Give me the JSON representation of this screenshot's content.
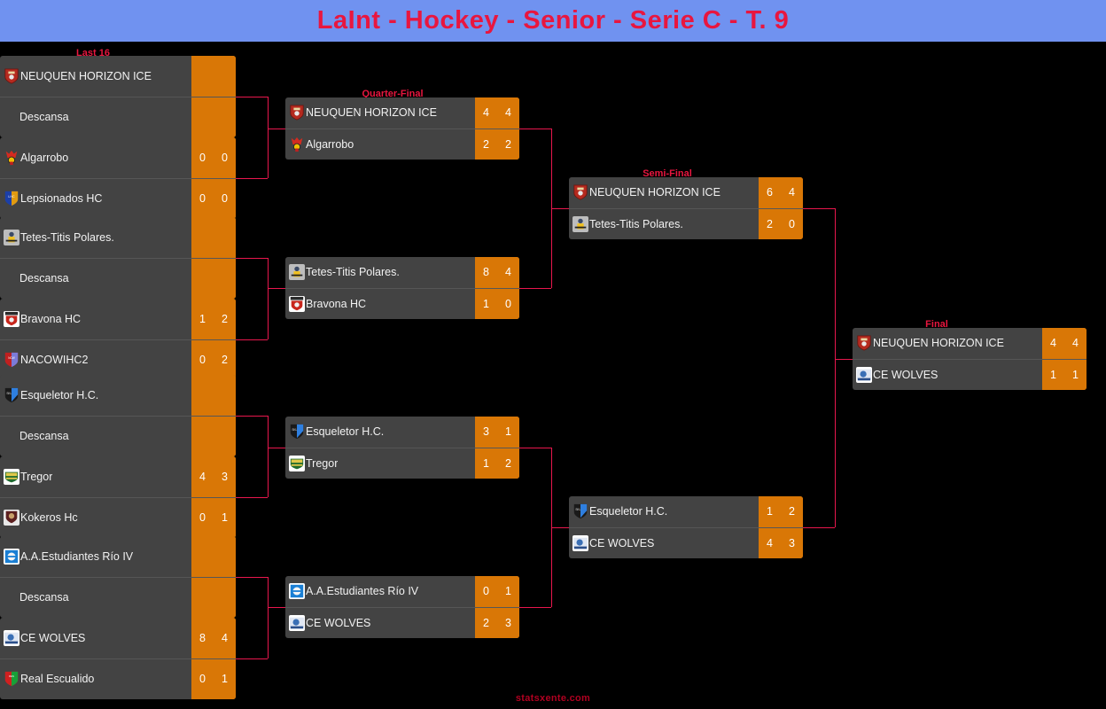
{
  "banner": {
    "title": "LaInt - Hockey - Senior - Serie C - T. 9"
  },
  "footer": {
    "watermark": "statsxente.com"
  },
  "rounds": [
    {
      "id": "r16",
      "label": "Last 16"
    },
    {
      "id": "qf",
      "label": "Quarter-Final"
    },
    {
      "id": "sf",
      "label": "Semi-Final"
    },
    {
      "id": "final",
      "label": "Final"
    }
  ],
  "colors": {
    "banner_bg": "#7092f0",
    "title_red": "#e8163f",
    "card_bg": "#434343",
    "score_orange": "#d97706",
    "connector": "#e8174d",
    "page_bg": "#000000"
  },
  "matches": {
    "r16": [
      {
        "teams": [
          {
            "name": "NEUQUEN HORIZON ICE",
            "crest": "neuquen-horizon-ice-crest",
            "bye": false,
            "scores": [
              "",
              ""
            ]
          },
          {
            "name": "Descansa",
            "crest": "none",
            "bye": true,
            "scores": [
              "",
              ""
            ]
          }
        ]
      },
      {
        "teams": [
          {
            "name": "Algarrobo",
            "crest": "algarrobo-crest",
            "bye": false,
            "scores": [
              "0",
              "0"
            ]
          },
          {
            "name": "Lepsionados HC",
            "crest": "lepsionados-hc-crest",
            "bye": false,
            "scores": [
              "0",
              "0"
            ]
          }
        ]
      },
      {
        "teams": [
          {
            "name": "Tetes-Titis Polares.",
            "crest": "tetes-titis-polares-crest",
            "bye": false,
            "scores": [
              "",
              ""
            ]
          },
          {
            "name": "Descansa",
            "crest": "none",
            "bye": true,
            "scores": [
              "",
              ""
            ]
          }
        ]
      },
      {
        "teams": [
          {
            "name": "Bravona HC",
            "crest": "bravona-hc-crest",
            "bye": false,
            "scores": [
              "1",
              "2"
            ]
          },
          {
            "name": "NACOWIHC2",
            "crest": "nacowihc2-crest",
            "bye": false,
            "scores": [
              "0",
              "2"
            ]
          }
        ]
      },
      {
        "teams": [
          {
            "name": "Esqueletor H.C.",
            "crest": "esqueletor-hc-crest",
            "bye": false,
            "scores": [
              "",
              ""
            ]
          },
          {
            "name": "Descansa",
            "crest": "none",
            "bye": true,
            "scores": [
              "",
              ""
            ]
          }
        ]
      },
      {
        "teams": [
          {
            "name": "Tregor",
            "crest": "tregor-crest",
            "bye": false,
            "scores": [
              "4",
              "3"
            ]
          },
          {
            "name": "Kokeros Hc",
            "crest": "kokeros-hc-crest",
            "bye": false,
            "scores": [
              "0",
              "1"
            ]
          }
        ]
      },
      {
        "teams": [
          {
            "name": "A.A.Estudiantes Río IV",
            "crest": "aa-estudiantes-rio-iv-crest",
            "bye": false,
            "scores": [
              "",
              ""
            ]
          },
          {
            "name": "Descansa",
            "crest": "none",
            "bye": true,
            "scores": [
              "",
              ""
            ]
          }
        ]
      },
      {
        "teams": [
          {
            "name": "CE WOLVES",
            "crest": "ce-wolves-crest",
            "bye": false,
            "scores": [
              "8",
              "4"
            ]
          },
          {
            "name": "Real Escualido",
            "crest": "real-escualido-crest",
            "bye": false,
            "scores": [
              "0",
              "1"
            ]
          }
        ]
      }
    ],
    "qf": [
      {
        "teams": [
          {
            "name": "NEUQUEN HORIZON ICE",
            "crest": "neuquen-horizon-ice-crest",
            "bye": false,
            "scores": [
              "4",
              "4"
            ]
          },
          {
            "name": "Algarrobo",
            "crest": "algarrobo-crest",
            "bye": false,
            "scores": [
              "2",
              "2"
            ]
          }
        ]
      },
      {
        "teams": [
          {
            "name": "Tetes-Titis Polares.",
            "crest": "tetes-titis-polares-crest",
            "bye": false,
            "scores": [
              "8",
              "4"
            ]
          },
          {
            "name": "Bravona HC",
            "crest": "bravona-hc-crest",
            "bye": false,
            "scores": [
              "1",
              "0"
            ]
          }
        ]
      },
      {
        "teams": [
          {
            "name": "Esqueletor H.C.",
            "crest": "esqueletor-hc-crest",
            "bye": false,
            "scores": [
              "3",
              "1"
            ]
          },
          {
            "name": "Tregor",
            "crest": "tregor-crest",
            "bye": false,
            "scores": [
              "1",
              "2"
            ]
          }
        ]
      },
      {
        "teams": [
          {
            "name": "A.A.Estudiantes Río IV",
            "crest": "aa-estudiantes-rio-iv-crest",
            "bye": false,
            "scores": [
              "0",
              "1"
            ]
          },
          {
            "name": "CE WOLVES",
            "crest": "ce-wolves-crest",
            "bye": false,
            "scores": [
              "2",
              "3"
            ]
          }
        ]
      }
    ],
    "sf": [
      {
        "teams": [
          {
            "name": "NEUQUEN HORIZON ICE",
            "crest": "neuquen-horizon-ice-crest",
            "bye": false,
            "scores": [
              "6",
              "4"
            ]
          },
          {
            "name": "Tetes-Titis Polares.",
            "crest": "tetes-titis-polares-crest",
            "bye": false,
            "scores": [
              "2",
              "0"
            ]
          }
        ]
      },
      {
        "teams": [
          {
            "name": "Esqueletor H.C.",
            "crest": "esqueletor-hc-crest",
            "bye": false,
            "scores": [
              "1",
              "2"
            ]
          },
          {
            "name": "CE WOLVES",
            "crest": "ce-wolves-crest",
            "bye": false,
            "scores": [
              "4",
              "3"
            ]
          }
        ]
      }
    ],
    "final": [
      {
        "teams": [
          {
            "name": "NEUQUEN HORIZON ICE",
            "crest": "neuquen-horizon-ice-crest",
            "bye": false,
            "scores": [
              "4",
              "4"
            ]
          },
          {
            "name": "CE WOLVES",
            "crest": "ce-wolves-crest",
            "bye": false,
            "scores": [
              "1",
              "1"
            ]
          }
        ]
      }
    ]
  }
}
